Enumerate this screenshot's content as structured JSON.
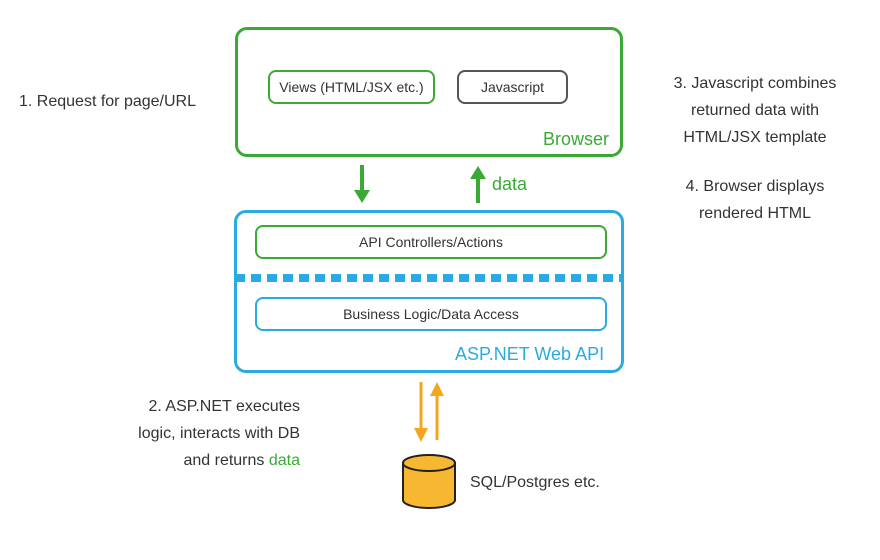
{
  "browser": {
    "label": "Browser",
    "views_label": "Views (HTML/JSX etc.)",
    "js_label": "Javascript"
  },
  "api": {
    "label": "ASP.NET Web API",
    "controllers_label": "API Controllers/Actions",
    "business_label": "Business Logic/Data Access"
  },
  "notes": {
    "step1": "1. Request for page/URL",
    "step2_lines": [
      "2. ASP.NET executes",
      "logic, interacts with DB",
      "and returns "
    ],
    "step2_data_word": "data",
    "step3_lines": [
      "3. Javascript combines",
      "returned data with",
      "HTML/JSX template"
    ],
    "step4_lines": [
      "4. Browser displays",
      "rendered HTML"
    ]
  },
  "data_arrow_label": "data",
  "database": {
    "label": "SQL/Postgres etc.",
    "icon": "database-icon"
  },
  "colors": {
    "green": "#3aaa35",
    "blue": "#29abe2",
    "orange": "#f7a51c",
    "db_fill": "#f7b731",
    "text": "#333333"
  }
}
